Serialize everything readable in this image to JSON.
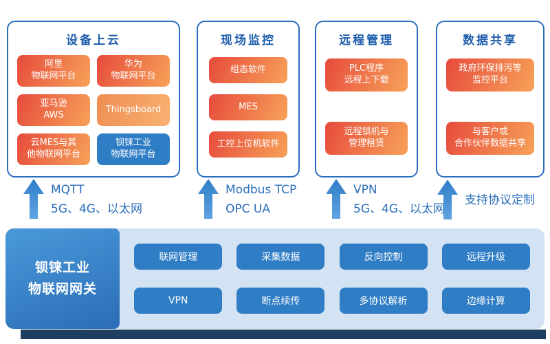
{
  "columns": [
    {
      "title": "设备上云",
      "pills": [
        {
          "label": "阿里\n物联网平台"
        },
        {
          "label": "华为\n物联网平台"
        },
        {
          "label": "亚马逊\nAWS"
        },
        {
          "label": "Thingsboard"
        },
        {
          "label": "云MES与其\n他物联网平台"
        },
        {
          "label": "钡铼工业\n物联网平台"
        }
      ]
    },
    {
      "title": "现场监控",
      "pills": [
        {
          "label": "组态软件"
        },
        {
          "label": "MES"
        },
        {
          "label": "工控上位机软件"
        }
      ]
    },
    {
      "title": "远程管理",
      "pills": [
        {
          "label": "PLC程序\n远程上下载"
        },
        {
          "label": "远程锁机与\n管理租赁"
        }
      ]
    },
    {
      "title": "数据共享",
      "pills": [
        {
          "label": "政府环保排污等\n监控平台"
        },
        {
          "label": "与客户或\n合作伙伴数据共享"
        }
      ]
    }
  ],
  "protocols": [
    {
      "line1": "MQTT",
      "line2": "5G、4G、以太网"
    },
    {
      "line1": "Modbus TCP",
      "line2": "OPC UA"
    },
    {
      "line1": "VPN",
      "line2": "5G、4G、以太网"
    },
    {
      "line1": "支持协议定制",
      "line2": ""
    }
  ],
  "gateway": {
    "label": "钡铼工业\n物联网网关"
  },
  "features": [
    "联网管理",
    "采集数据",
    "反向控制",
    "远程升级",
    "VPN",
    "断点续传",
    "多协议解析",
    "边缘计算"
  ],
  "colors": {
    "box_border": "#2a6fbb",
    "title_text": "#1d5cab",
    "pill_orange_from": "#e64b3c",
    "pill_orange_to": "#f7a259",
    "pill_peach_from": "#ef8d51",
    "pill_peach_to": "#f8b273",
    "pill_blue": "#2f7dc5",
    "panel_bg": "#d3e3f4",
    "gateway_from": "#4a99da",
    "gateway_to": "#2b6db6",
    "arrow_blue": "#2f7dc9",
    "label_blue": "#2a6fbb",
    "footer_bar": "#1e3f60"
  }
}
